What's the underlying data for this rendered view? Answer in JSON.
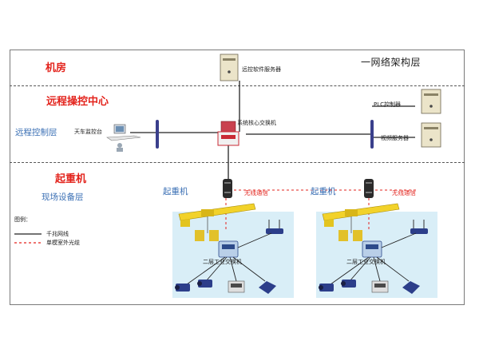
{
  "layers": {
    "machine_room": "机房",
    "remote_center": "远程操控中心",
    "remote_layer": "远程控制层",
    "crane": "起重机",
    "field_layer": "现场设备层"
  },
  "title": "一网络架构层",
  "nodes": {
    "remote_server": "远控软件服务器",
    "core_switch": "系统核心交换机",
    "plc_server": "PLC控制器",
    "video_server": "视频服务器",
    "console": "天车监控台",
    "crane_left": "起重机",
    "crane_right": "起重机",
    "wireless_left": "无线通信",
    "wireless_right": "无线通信",
    "l2_switch_left": "二层工业交换机",
    "l2_switch_right": "二层工业交换机"
  },
  "legend": {
    "title": "图例：",
    "items": [
      {
        "label": "千兆网线",
        "style": "solid"
      },
      {
        "label": "单模室外光缆",
        "style": "dashed"
      }
    ]
  },
  "colors": {
    "red": "#e3231c",
    "blue_text": "#3a6fb4",
    "field_panel": "#d9eef7",
    "crane_yellow": "#f2d22a"
  }
}
